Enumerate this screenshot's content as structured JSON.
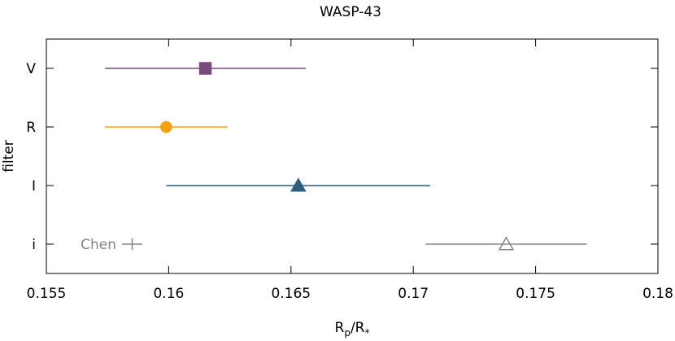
{
  "chart_data": {
    "type": "scatter",
    "title": "WASP-43",
    "xlabel_main": "R",
    "xlabel_sub1": "p",
    "xlabel_mid": "/R",
    "xlabel_sub2": "*",
    "ylabel": "filter",
    "xlim": [
      0.155,
      0.18
    ],
    "x_ticks": [
      0.155,
      0.16,
      0.165,
      0.17,
      0.175,
      0.18
    ],
    "x_tick_labels": [
      "0.155",
      "0.16",
      "0.165",
      "0.17",
      "0.175",
      "0.18"
    ],
    "categories": [
      "V",
      "R",
      "I",
      "i"
    ],
    "grid": false,
    "series": [
      {
        "category": "V",
        "x": 0.1615,
        "err_low": 0.1574,
        "err_high": 0.1656,
        "marker": "square",
        "filled": true,
        "color": "#7b4a7e"
      },
      {
        "category": "R",
        "x": 0.1599,
        "err_low": 0.1574,
        "err_high": 0.1624,
        "marker": "circle",
        "filled": true,
        "color": "#f5a00f"
      },
      {
        "category": "I",
        "x": 0.1653,
        "err_low": 0.1599,
        "err_high": 0.1707,
        "marker": "triangle",
        "filled": true,
        "color": "#2e5f83"
      },
      {
        "category": "i",
        "name": "Chen",
        "x": 0.1738,
        "err_low": 0.1705,
        "err_high": 0.1771,
        "marker": "triangle",
        "filled": false,
        "color": "#858585"
      }
    ],
    "legend": {
      "label": "Chen",
      "placement": "bottom-left",
      "color": "#858585"
    }
  }
}
